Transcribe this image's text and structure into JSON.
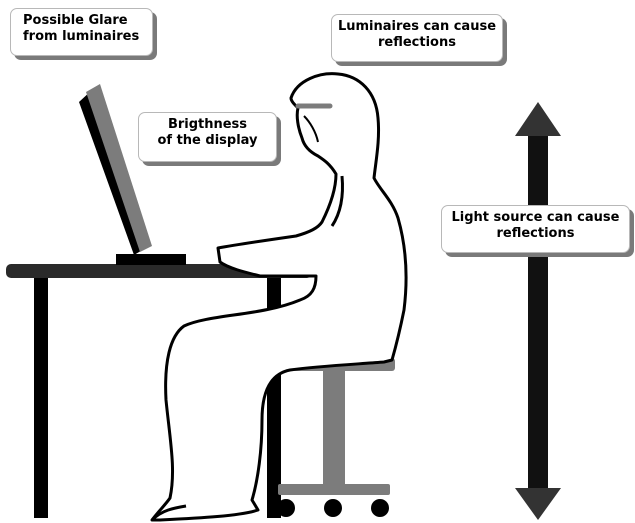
{
  "callouts": {
    "glare": {
      "line1": "Possible Glare",
      "line2": "from luminaires"
    },
    "luminaires": {
      "line1": "Luminaires can cause",
      "line2": "reflections"
    },
    "brightness": {
      "line1": "Brigthness",
      "line2": "of the display"
    },
    "light_source": {
      "line1": "Light source can cause",
      "line2": "reflections"
    }
  },
  "colors": {
    "dark": "#000000",
    "gray": "#7c7c7c",
    "arrow": "#333333",
    "desk_top": "#2a2a2a"
  },
  "icons": {
    "arrow": "double-headed-vertical-arrow",
    "person": "seated-person-outline",
    "monitor": "monitor",
    "desk": "desk",
    "chair": "stool-chair"
  }
}
